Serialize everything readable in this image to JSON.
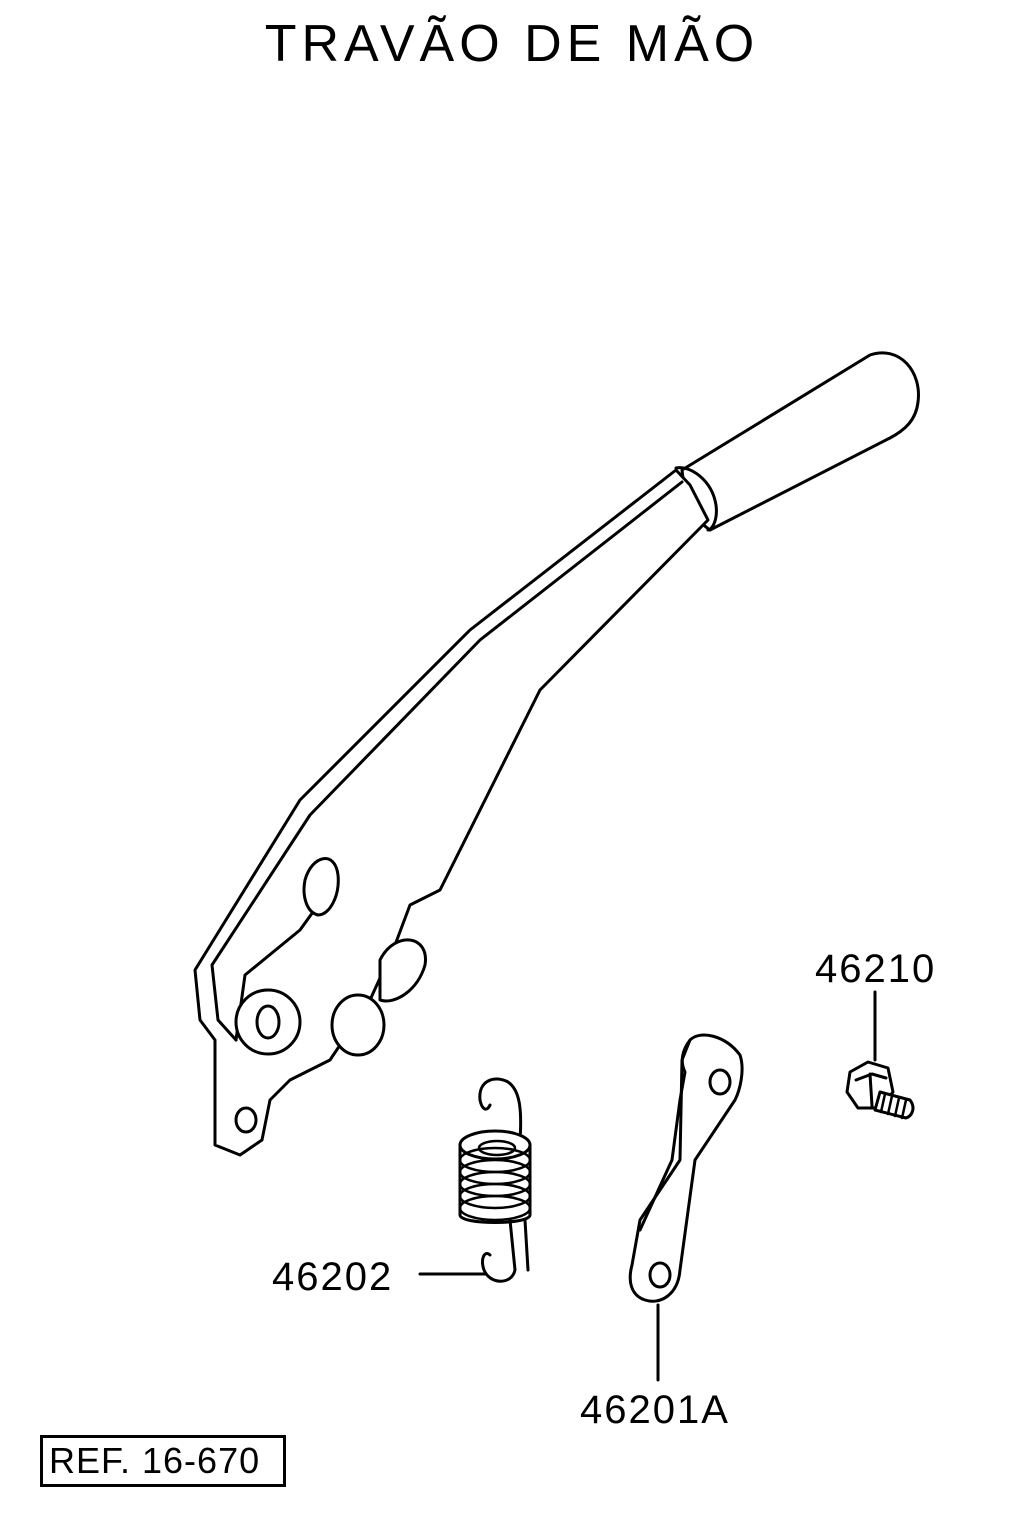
{
  "title": "TRAVÃO DE MÃO",
  "parts": {
    "lever": "",
    "spring": "46202",
    "link_plate": "46201A",
    "bolt": "46210"
  },
  "ref": "REF. 16-670"
}
